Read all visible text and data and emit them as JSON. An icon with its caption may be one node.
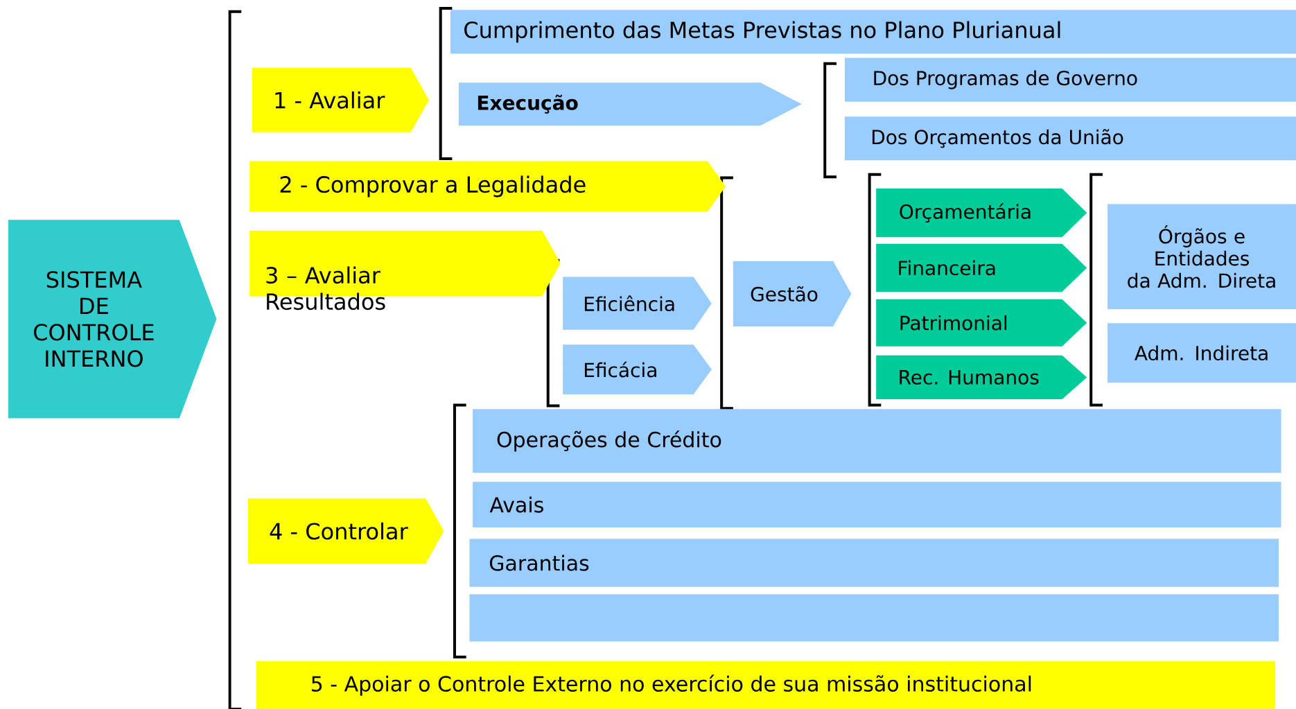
{
  "diagram": {
    "nodes": [
      {
        "text": [
          "SISTEMA DE CONTROLE INTERNO"
        ]
      },
      {
        "text": [
          "1 - Avaliar"
        ]
      },
      {
        "text": [
          "Cumprimento das Metas Previstas no Plano Plurianual"
        ]
      },
      {
        "text": [
          "Execução"
        ]
      },
      {
        "text": [
          "Dos Programas de Governo"
        ]
      },
      {
        "text": [
          "Dos Orçamentos da União"
        ]
      },
      {
        "text": [
          "2 - Comprovar a Legalidade"
        ]
      },
      {
        "text": [
          "3 – Avaliar Resultados"
        ]
      },
      {
        "text": [
          "Eficiência"
        ]
      },
      {
        "text": [
          "Eficácia"
        ]
      },
      {
        "text": [
          "Gestão"
        ]
      },
      {
        "text": [
          "Orçamentária"
        ]
      },
      {
        "text": [
          "Financeira"
        ]
      },
      {
        "text": [
          "Patrimonial"
        ]
      },
      {
        "text": [
          "Rec. Humanos"
        ]
      },
      {
        "text": [
          "Órgãos e Entidades da Adm. Direta"
        ]
      },
      {
        "text": [
          "Adm. Indireta"
        ]
      },
      {
        "text": [
          "4 - Controlar"
        ]
      },
      {
        "text": [
          "Operações de Crédito"
        ]
      },
      {
        "text": [
          "Avais"
        ]
      },
      {
        "text": [
          "Garantias"
        ]
      },
      {
        "text": [],
        "shape": "box"
      },
      {
        "text": [
          "5 - Apoiar o Controle Externo no exercício de sua missão institucional"
        ]
      }
    ]
  }
}
